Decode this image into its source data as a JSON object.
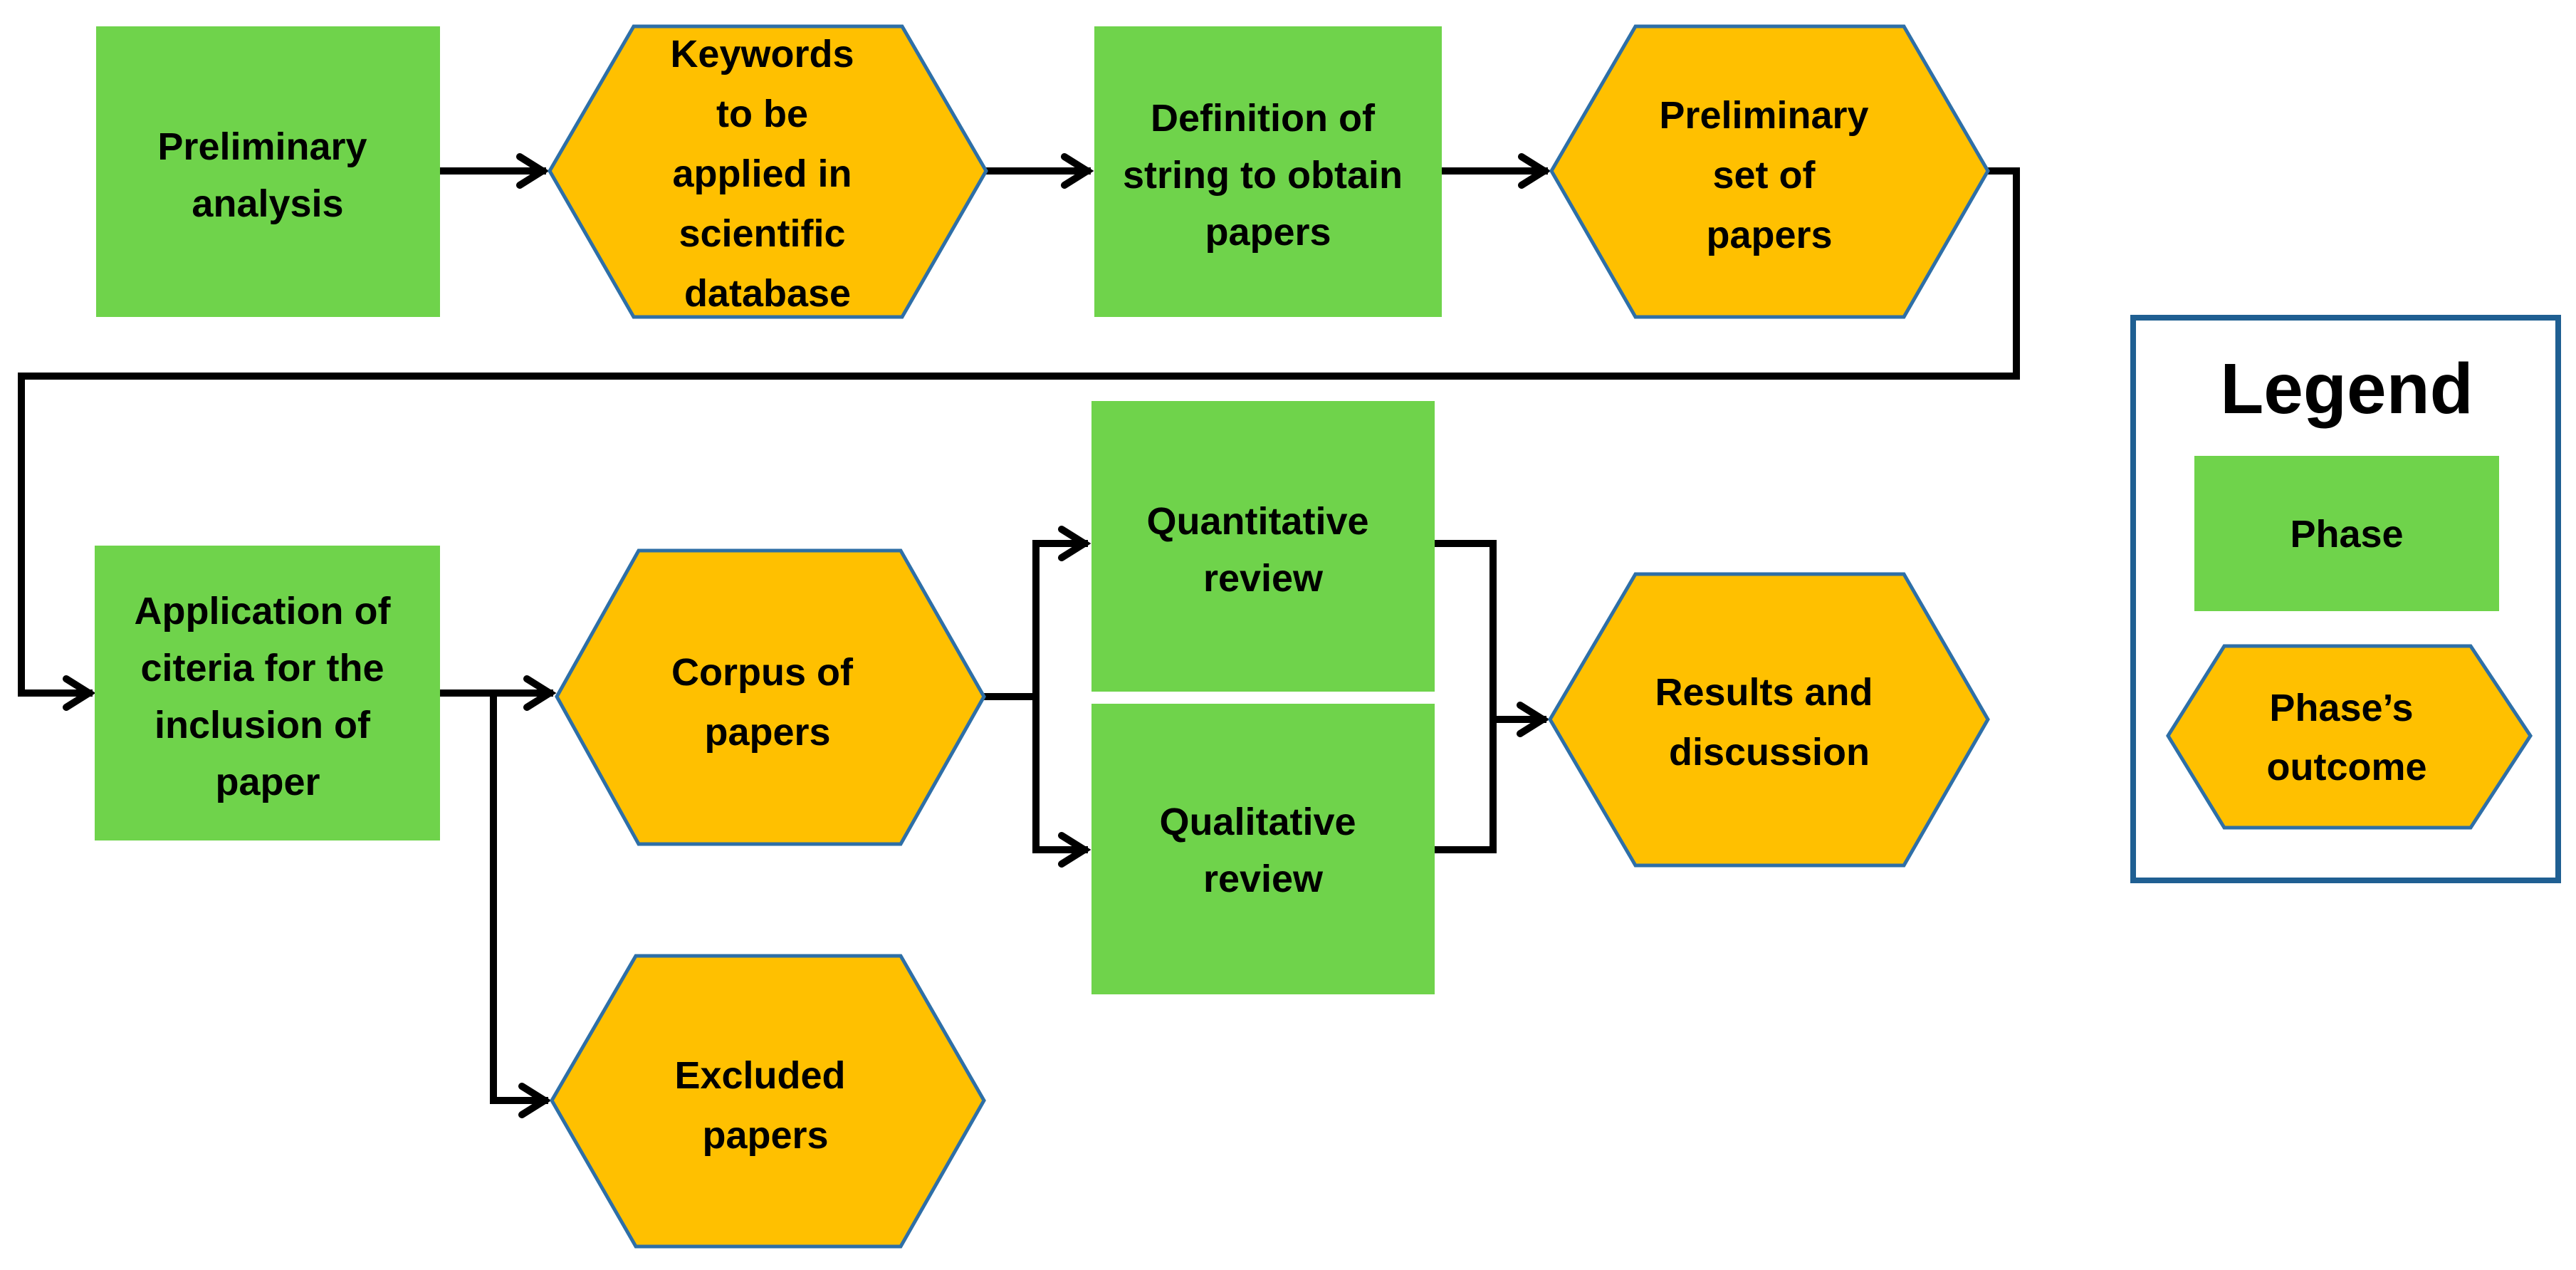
{
  "nodes": {
    "preliminary_analysis": {
      "kind": "phase",
      "lines": [
        "Preliminary",
        "analysis"
      ]
    },
    "keywords": {
      "kind": "outcome",
      "lines": [
        "Keywords",
        "to be",
        "applied in",
        "scientific",
        "database"
      ]
    },
    "definition_of_string": {
      "kind": "phase",
      "lines": [
        "Definition of",
        "string to obtain",
        "papers"
      ]
    },
    "preliminary_set": {
      "kind": "outcome",
      "lines": [
        "Preliminary",
        "set of",
        "papers"
      ]
    },
    "application_of_criteria": {
      "kind": "phase",
      "lines": [
        "Application of",
        "citeria for the",
        "inclusion of",
        "paper"
      ]
    },
    "corpus_of_papers": {
      "kind": "outcome",
      "lines": [
        "Corpus of",
        "papers"
      ]
    },
    "quantitative_review": {
      "kind": "phase",
      "lines": [
        "Quantitative",
        "review"
      ]
    },
    "qualitative_review": {
      "kind": "phase",
      "lines": [
        "Qualitative",
        "review"
      ]
    },
    "results_and_discussion": {
      "kind": "outcome",
      "lines": [
        "Results and",
        "discussion"
      ]
    },
    "excluded_papers": {
      "kind": "outcome",
      "lines": [
        "Excluded",
        "papers"
      ]
    }
  },
  "legend": {
    "title": "Legend",
    "phase_lines": [
      "Phase"
    ],
    "outcome_lines": [
      "Phase’s",
      "outcome"
    ]
  },
  "colors": {
    "phase": "#6fd34b",
    "outcome": "#ffc000",
    "outcome_border": "#2e6fa7",
    "legend_border": "#1f5f92",
    "connector": "#000000"
  }
}
